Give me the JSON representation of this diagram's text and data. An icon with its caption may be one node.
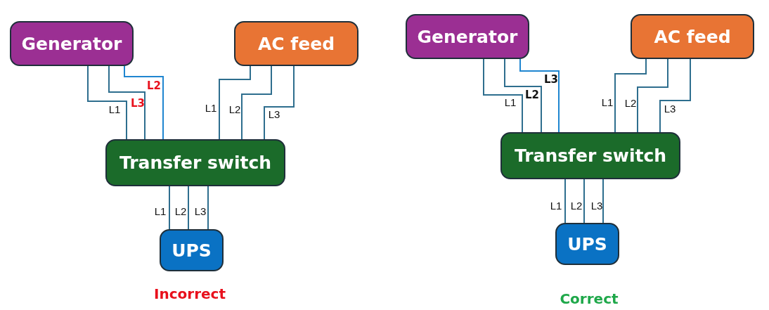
{
  "diagram": {
    "nodes": [
      {
        "text": [
          "Generator"
        ]
      },
      {
        "text": [
          "AC feed"
        ]
      },
      {
        "text": [
          "Transfer switch"
        ]
      },
      {
        "text": [
          "UPS"
        ]
      },
      {
        "text": [
          "Generator"
        ]
      },
      {
        "text": [
          "AC feed"
        ]
      },
      {
        "text": [
          "Transfer switch"
        ]
      },
      {
        "text": [
          "UPS"
        ]
      }
    ],
    "edges": [
      {
        "from": 0,
        "to": 2,
        "arrow": "none",
        "label": "L1"
      },
      {
        "from": 0,
        "to": 2,
        "arrow": "none",
        "label": "L3"
      },
      {
        "from": 0,
        "to": 2,
        "arrow": "none",
        "label": "L2",
        "color": "#1f86d0"
      },
      {
        "from": 1,
        "to": 2,
        "arrow": "none",
        "label": "L1"
      },
      {
        "from": 1,
        "to": 2,
        "arrow": "none",
        "label": "L2"
      },
      {
        "from": 1,
        "to": 2,
        "arrow": "none",
        "label": "L3"
      },
      {
        "from": 2,
        "to": 3,
        "arrow": "none",
        "label": "L1"
      },
      {
        "from": 2,
        "to": 3,
        "arrow": "none",
        "label": "L2"
      },
      {
        "from": 2,
        "to": 3,
        "arrow": "none",
        "label": "L3"
      },
      {
        "from": 4,
        "to": 6,
        "arrow": "none",
        "label": "L1"
      },
      {
        "from": 4,
        "to": 6,
        "arrow": "none",
        "label": "L2"
      },
      {
        "from": 4,
        "to": 6,
        "arrow": "none",
        "label": "L3",
        "color": "#1f86d0"
      },
      {
        "from": 5,
        "to": 6,
        "arrow": "none",
        "label": "L1"
      },
      {
        "from": 5,
        "to": 6,
        "arrow": "none",
        "label": "L2"
      },
      {
        "from": 5,
        "to": 6,
        "arrow": "none",
        "label": "L3"
      },
      {
        "from": 6,
        "to": 7,
        "arrow": "none",
        "label": "L1"
      },
      {
        "from": 6,
        "to": 7,
        "arrow": "none",
        "label": "L2"
      },
      {
        "from": 6,
        "to": 7,
        "arrow": "none",
        "label": "L3"
      }
    ],
    "labels": [
      "Incorrect",
      "Correct"
    ]
  }
}
